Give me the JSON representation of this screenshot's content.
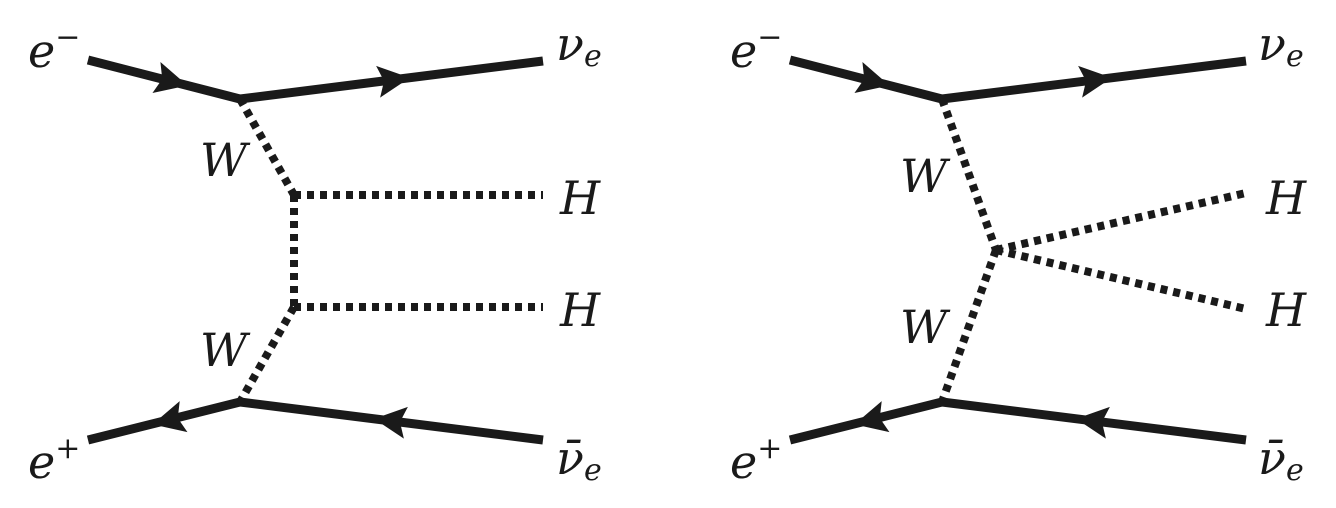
{
  "diagrams": [
    {
      "id": "left",
      "labels": {
        "e_minus_base": "e",
        "e_minus_sup": "−",
        "e_plus_base": "e",
        "e_plus_sup": "+",
        "nu_base": "ν",
        "nu_sub": "e",
        "nubar_base": "ν̄",
        "nubar_sub": "e",
        "w_upper": "W",
        "w_lower": "W",
        "h_upper": "H",
        "h_lower": "H"
      }
    },
    {
      "id": "right",
      "labels": {
        "e_minus_base": "e",
        "e_minus_sup": "−",
        "e_plus_base": "e",
        "e_plus_sup": "+",
        "nu_base": "ν",
        "nu_sub": "e",
        "nubar_base": "ν̄",
        "nubar_sub": "e",
        "w_upper": "W",
        "w_lower": "W",
        "h_upper": "H",
        "h_lower": "H"
      }
    }
  ]
}
